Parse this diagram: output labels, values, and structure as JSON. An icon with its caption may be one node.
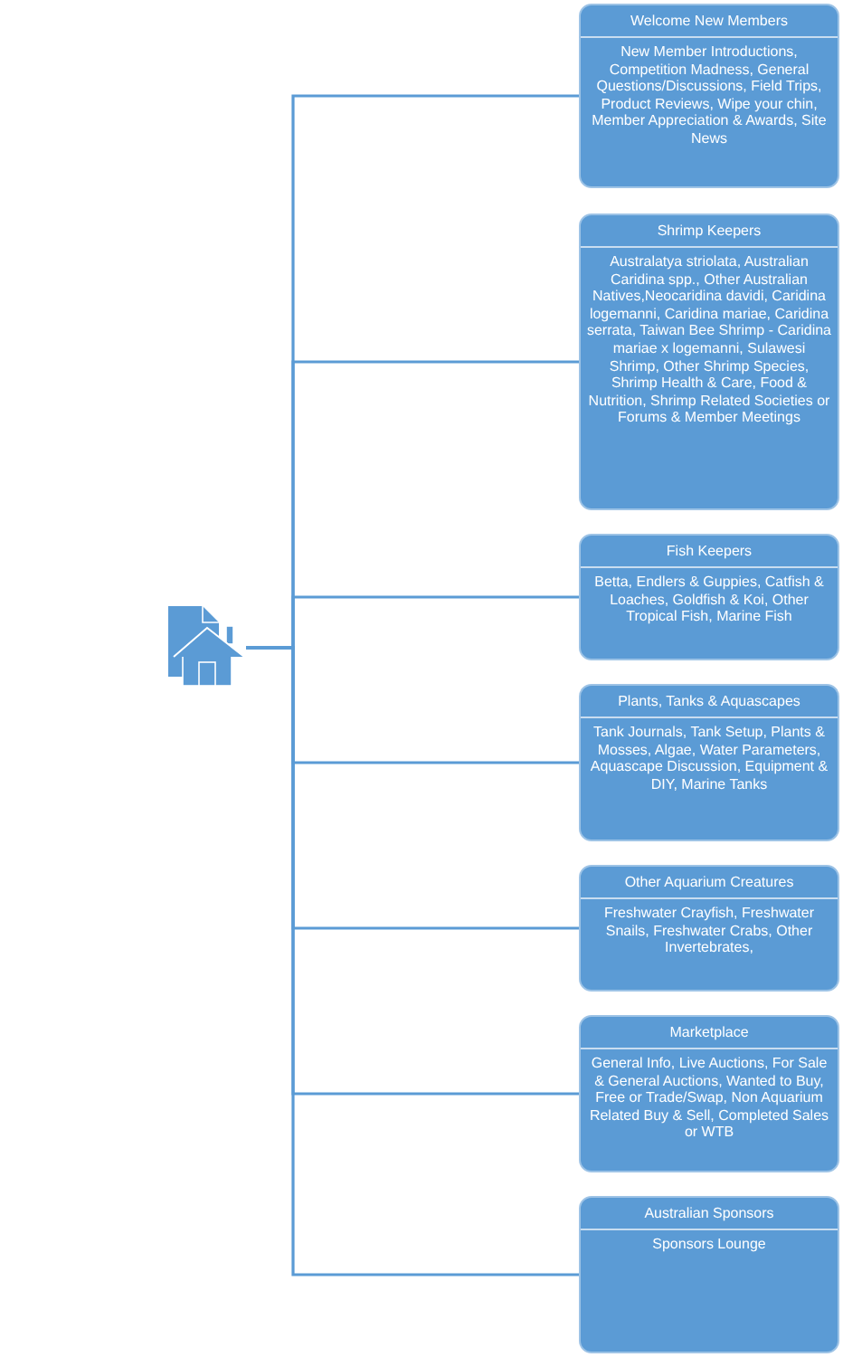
{
  "diagram": {
    "nodes": [
      {
        "text": [],
        "shape": "picture"
      },
      {
        "text": [
          "Welcome New Members",
          "New Member Introductions, Competition Madness, General Questions/Discussions, Field Trips, Product Reviews, Wipe your chin, Member Appreciation & Awards, Site News"
        ]
      },
      {
        "text": [
          "Shrimp Keepers",
          "Australatya striolata, Australian Caridina spp., Other Australian Natives,Neocaridina davidi, Caridina logemanni, Caridina mariae, Caridina serrata, Taiwan Bee Shrimp - Caridina mariae x logemanni, Sulawesi Shrimp, Other Shrimp Species, Shrimp Health & Care, Food & Nutrition, Shrimp Related Societies or Forums & Member Meetings"
        ]
      },
      {
        "text": [
          "Fish Keepers",
          "Betta, Endlers & Guppies, Catfish & Loaches, Goldfish & Koi, Other Tropical Fish, Marine Fish"
        ]
      },
      {
        "text": [
          "Plants, Tanks & Aquascapes",
          "Tank Journals, Tank Setup, Plants & Mosses, Algae, Water Parameters, Aquascape Discussion, Equipment & DIY, Marine Tanks"
        ]
      },
      {
        "text": [
          "Other Aquarium Creatures",
          "Freshwater Crayfish, Freshwater Snails, Freshwater Crabs, Other Invertebrates,"
        ]
      },
      {
        "text": [
          "Marketplace",
          "General Info, Live Auctions, For Sale & General Auctions, Wanted to Buy, Free or Trade/Swap, Non Aquarium Related Buy & Sell, Completed Sales or WTB"
        ]
      },
      {
        "text": [
          "Australian Sponsors",
          "Sponsors Lounge"
        ]
      }
    ],
    "edges": [
      {
        "from": 0,
        "to": 1,
        "arrow": "none"
      },
      {
        "from": 0,
        "to": 2,
        "arrow": "none"
      },
      {
        "from": 0,
        "to": 3,
        "arrow": "none"
      },
      {
        "from": 0,
        "to": 4,
        "arrow": "none"
      },
      {
        "from": 0,
        "to": 5,
        "arrow": "none"
      },
      {
        "from": 0,
        "to": 6,
        "arrow": "none"
      },
      {
        "from": 0,
        "to": 7,
        "arrow": "none"
      }
    ]
  }
}
